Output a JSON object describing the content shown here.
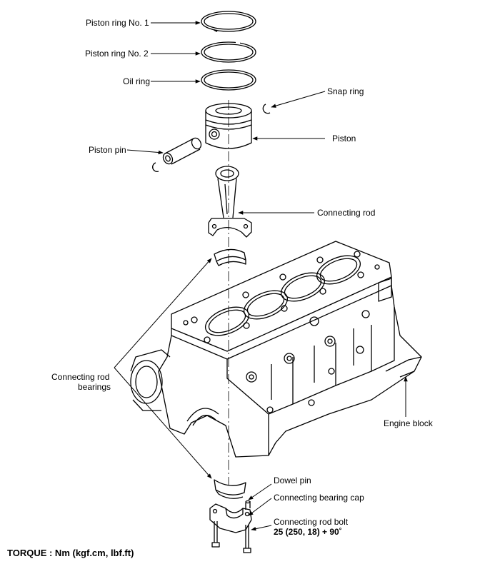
{
  "labels": {
    "piston_ring_1": "Piston ring No. 1",
    "piston_ring_2": "Piston ring No. 2",
    "oil_ring": "Oil ring",
    "snap_ring": "Snap ring",
    "piston": "Piston",
    "piston_pin": "Piston pin",
    "connecting_rod": "Connecting rod",
    "connecting_rod_bearings_line1": "Connecting rod",
    "connecting_rod_bearings_line2": "bearings",
    "engine_block": "Engine  block",
    "dowel_pin": "Dowel pin",
    "connecting_bearing_cap": "Connecting bearing cap",
    "connecting_rod_bolt": "Connecting rod bolt",
    "bolt_torque": "25 (250, 18) + 90˚"
  },
  "footer": {
    "torque_label": "TORQUE : Nm (kgf.cm, lbf.ft)"
  }
}
